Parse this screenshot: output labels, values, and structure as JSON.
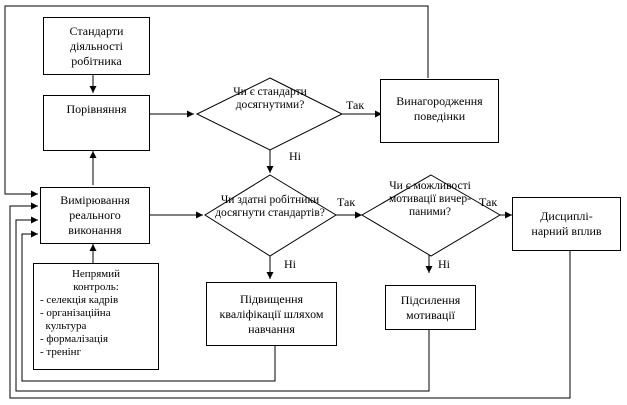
{
  "boxes": {
    "standards": "Стандарти діяльності робітника",
    "comparison": "Порівняння",
    "measurement": "Вимірювання реального виконання",
    "reward": "Винагородження поведінки",
    "training": "Підвищення кваліфікації шляхом навчання",
    "motivation": "Підсилення мотивації",
    "discipline": "Дисциплі-нарний вплив"
  },
  "indirect_control": {
    "title": "Непрямий контроль:",
    "items": [
      "- селекція кадрів",
      "- організаційна",
      "  культура",
      "- формалізація",
      "- тренінг"
    ]
  },
  "decisions": {
    "standards_achieved": "Чи є стандарти досягнутими?",
    "workers_able": "Чи здатні робітники досягнути стандартів?",
    "motivation_possible": "Чи є можливості мотивації вичер-паними?"
  },
  "labels": {
    "yes": "Так",
    "no": "Ні"
  }
}
